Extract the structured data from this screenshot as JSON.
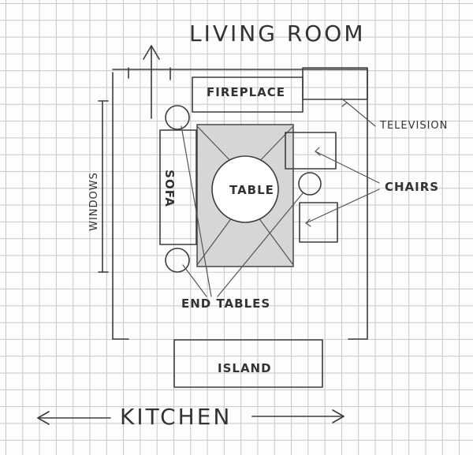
{
  "diagram": {
    "labels": {
      "living_room": "LIVING ROOM",
      "fireplace": "FIREPLACE",
      "television": "TELEVISION",
      "chairs": "CHAIRS",
      "table": "TABLE",
      "sofa": "SOFA",
      "windows": "WINDOWS",
      "end_tables": "END TABLES",
      "island": "ISLAND",
      "kitchen": "KITCHEN"
    }
  }
}
